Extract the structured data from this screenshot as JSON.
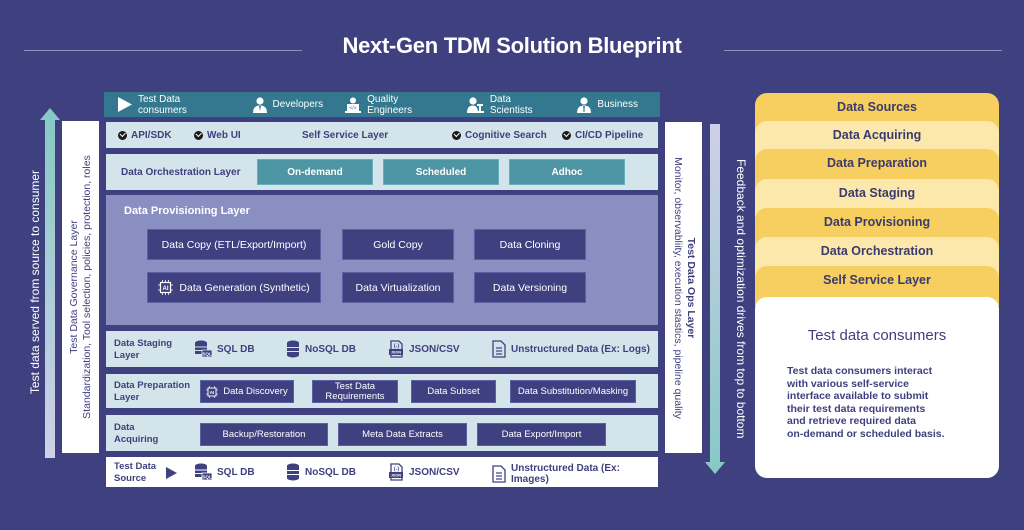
{
  "title": "Next-Gen TDM Solution Blueprint",
  "colors": {
    "background": "#3f4080",
    "consumers_bar": "#33788f",
    "light_row": "#d3e4ea",
    "provisioning_bg": "#8a8fc2",
    "orchestration_button": "#4e95a3",
    "dark_button": "#3f4080",
    "arrow_teal": "#86c9c6",
    "band_dark": "#f6cf60",
    "band_light": "#fde8ac"
  },
  "left_arrow": {
    "label": "Test data served from source to consumer",
    "icon": "arrow-up-icon"
  },
  "governance": {
    "title": "Test Data Governance Layer",
    "subtitle": "Standardization, Tool selection, policies, protection, roles"
  },
  "ops": {
    "title": "Test Data Ops Layer",
    "subtitle": "Monitor, observabliity, execution stastics, pipeline quality"
  },
  "right_arrow": {
    "label": "Feedback and  optimization drives from top to bottom",
    "icon": "arrow-down-icon"
  },
  "consumers": [
    {
      "label": "Test Data consumers",
      "icon": "play-icon"
    },
    {
      "label": "Developers",
      "icon": "developer-icon"
    },
    {
      "label": "Quality Engineers",
      "icon": "quality-engineer-icon"
    },
    {
      "label": "Data Scientists",
      "icon": "data-scientist-icon"
    },
    {
      "label": "Business",
      "icon": "business-person-icon"
    }
  ],
  "self_service": {
    "label": "Self Service Layer",
    "items": [
      {
        "label": "API/SDK",
        "icon": "check-circle-icon"
      },
      {
        "label": "Web UI",
        "icon": "check-circle-icon"
      },
      {
        "label": "Cognitive Search",
        "icon": "check-circle-icon"
      },
      {
        "label": "CI/CD Pipeline",
        "icon": "check-circle-icon"
      }
    ]
  },
  "orchestration": {
    "label": "Data Orchestration Layer",
    "buttons": [
      "On-demand",
      "Scheduled",
      "Adhoc"
    ]
  },
  "provisioning": {
    "label": "Data Provisioning Layer",
    "buttons": [
      "Data Copy (ETL/Export/Import)",
      "Gold Copy",
      "Data Cloning",
      "Data Generation (Synthetic)",
      "Data Virtualization",
      "Data Versioning"
    ]
  },
  "staging": {
    "label_line1": "Data Staging",
    "label_line2": "Layer",
    "items": [
      {
        "label": "SQL DB",
        "icon": "sql-database-icon"
      },
      {
        "label": "NoSQL DB",
        "icon": "database-icon"
      },
      {
        "label": "JSON/CSV",
        "icon": "json-file-icon"
      },
      {
        "label": "Unstructured Data (Ex: Logs)",
        "icon": "document-icon"
      }
    ]
  },
  "preparation": {
    "label_line1": "Data Preparation",
    "label_line2": "Layer",
    "buttons": [
      {
        "label": "Data Discovery",
        "icon": "ai-chip-icon"
      },
      {
        "label_line1": "Test Data",
        "label_line2": "Requirements"
      },
      {
        "label": "Data Subset"
      },
      {
        "label": "Data Substitution/Masking"
      }
    ]
  },
  "acquiring": {
    "label_line1": "Data",
    "label_line2": "Acquiring",
    "buttons": [
      "Backup/Restoration",
      "Meta Data Extracts",
      "Data Export/Import"
    ]
  },
  "source": {
    "label_line1": "Test Data",
    "label_line2": "Source",
    "items": [
      {
        "label": "SQL DB",
        "icon": "sql-database-icon"
      },
      {
        "label": "NoSQL DB",
        "icon": "database-icon"
      },
      {
        "label": "JSON/CSV",
        "icon": "json-file-icon"
      },
      {
        "label": "Unstructured Data (Ex: Images)",
        "icon": "document-icon"
      }
    ]
  },
  "right_panel": {
    "bands": [
      "Data Sources",
      "Data Acquiring",
      "Data Preparation",
      "Data Staging",
      "Data Provisioning",
      "Data Orchestration",
      "Self Service Layer"
    ],
    "card_title": "Test data consumers",
    "card_body": "Test data consumers interact\nwith various self-service\ninterface available to submit\ntheir test data requirements\nand retrieve required data\non-demand or scheduled basis."
  }
}
